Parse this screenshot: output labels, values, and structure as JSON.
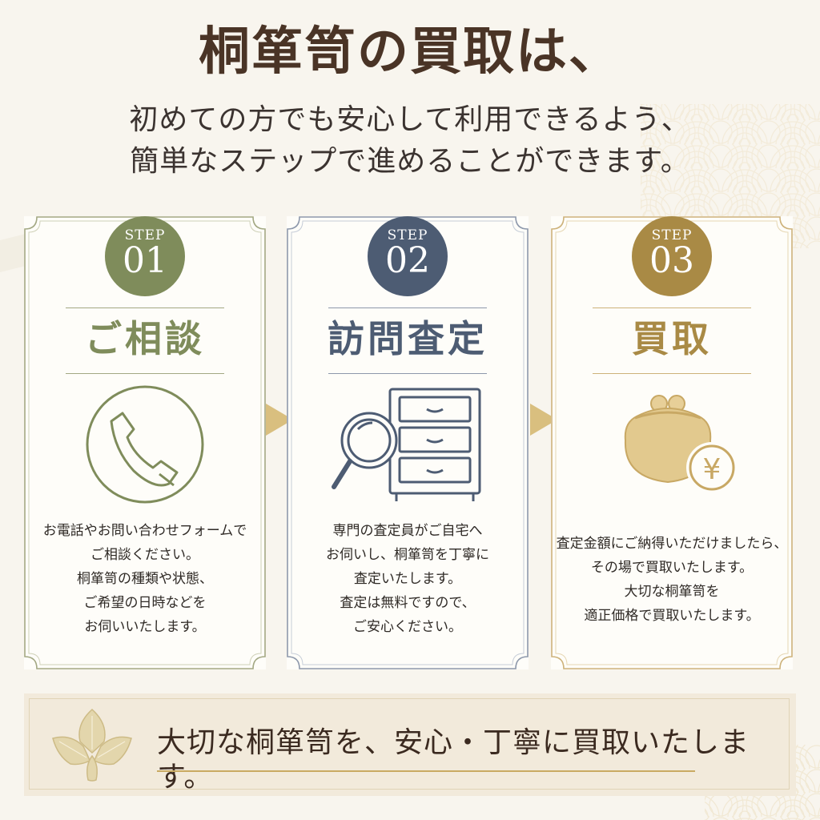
{
  "header": {
    "title": "桐箪笥の買取は、",
    "subtitle_line1": "初めての方でも安心して利用できるよう、",
    "subtitle_line2": "簡単なステップで進めることができます。"
  },
  "steps": [
    {
      "step_label": "STEP",
      "number": "01",
      "title": "ご相談",
      "icon": "phone-icon",
      "color": "#7f8c5b",
      "desc_lines": [
        "お電話やお問い合わせフォームで",
        "ご相談ください。",
        "桐箪笥の種類や状態、",
        "ご希望の日時などを",
        "お伺いいたします。"
      ]
    },
    {
      "step_label": "STEP",
      "number": "02",
      "title": "訪問査定",
      "icon": "chest-magnifier-icon",
      "color": "#4d5c73",
      "desc_lines": [
        "専門の査定員がご自宅へ",
        "お伺いし、桐箪笥を丁寧に",
        "査定いたします。",
        "査定は無料ですので、",
        "ご安心ください。"
      ]
    },
    {
      "step_label": "STEP",
      "number": "03",
      "title": "買取",
      "icon": "coin-purse-yen-icon",
      "color": "#a98a45",
      "desc_lines": [
        "査定金額にご納得いただけましたら、",
        "その場で買取いたします。",
        "大切な桐箪笥を",
        "適正価格で買取いたします。"
      ]
    }
  ],
  "banner": {
    "text": "大切な桐箪笥を、安心・丁寧に買取いたします。",
    "icon": "paulownia-crest-icon"
  },
  "colors": {
    "background": "#f8f5ee",
    "step1": "#7f8c5b",
    "step2": "#4d5c73",
    "step3": "#a98a45",
    "gold": "#c9aa62"
  }
}
